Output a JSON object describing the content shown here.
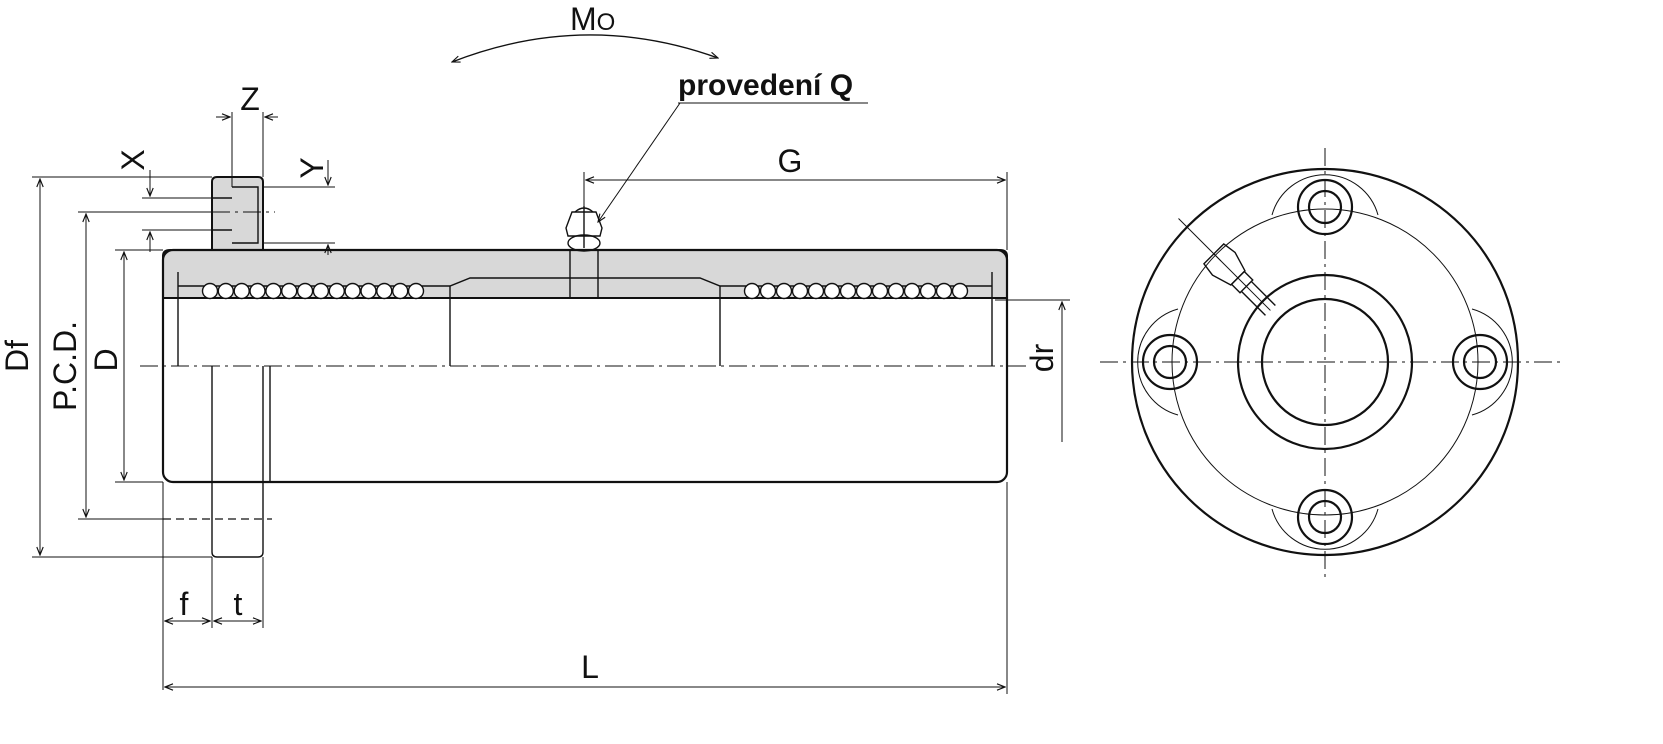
{
  "labels": {
    "moment": "M",
    "moment_sub": "O",
    "variant": "provedení Q",
    "flange_diameter": "Df",
    "pcd": "P.C.D.",
    "outer_diameter": "D",
    "inner_diameter": "dr",
    "hole_x": "X",
    "hole_y": "Y",
    "hole_z": "Z",
    "grease_position": "G",
    "flange_offset": "f",
    "flange_thickness": "t",
    "length": "L"
  },
  "balls_per_row": 14
}
